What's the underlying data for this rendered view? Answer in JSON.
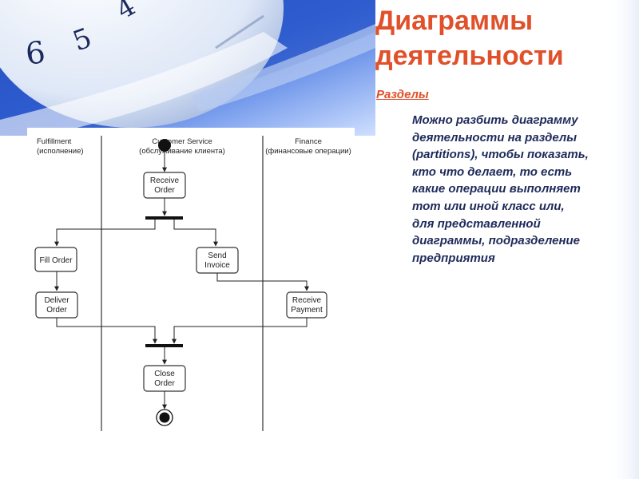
{
  "slide": {
    "title_line1": "Диаграммы",
    "title_line2": "деятельности",
    "subtitle": "Разделы",
    "body_lines": [
      "Можно разбить диаграмму",
      "деятельности на разделы",
      "(partitions), чтобы показать,",
      "кто что делает, то есть",
      "какие операции выполняет",
      "тот или иной класс или,",
      "для представленной",
      "диаграммы,  подразделение",
      "предприятия"
    ],
    "accent_color": "#e0502a",
    "text_color": "#1e2a5a"
  },
  "diagram": {
    "partitions": [
      {
        "name": "Fulfillment",
        "name_ru": "(исполнение)"
      },
      {
        "name": "Customer Service",
        "name_ru": "(обслуживание клиента)"
      },
      {
        "name": "Finance",
        "name_ru": "(финансовые операции)"
      }
    ],
    "actions": {
      "receive_order": [
        "Receive",
        "Order"
      ],
      "fill_order": [
        "Fill Order"
      ],
      "send_invoice": [
        "Send",
        "Invoice"
      ],
      "deliver_order": [
        "Deliver",
        "Order"
      ],
      "receive_payment": [
        "Receive",
        "Payment"
      ],
      "close_order": [
        "Close",
        "Order"
      ]
    }
  },
  "decor": {
    "clock_digits": [
      "6",
      "5",
      "4"
    ]
  }
}
